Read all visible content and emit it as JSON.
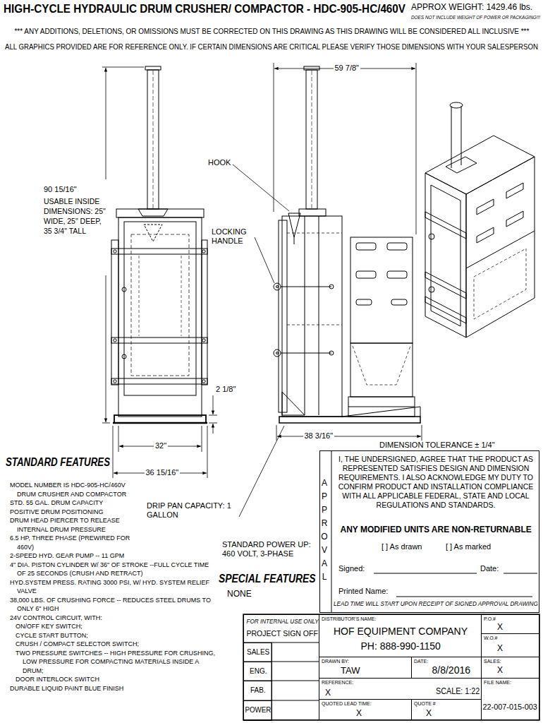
{
  "diagram": {
    "title": "HIGH-CYCLE HYDRAULIC DRUM CRUSHER/ COMPACTOR - HDC-905-HC/460V",
    "nodes": [
      {
        "text": [
          "APPROVAL",
          "I, THE UNDERSIGNED, AGREE THAT THE PRODUCT AS REPRESENTED SATISFIES DESIGN AND DIMENSION REQUIREMENTS. I ALSO ACKNOWLEDGE MY DUTY TO CONFIRM PRODUCT AND INSTALLATION COMPLIANCE WITH ALL APPLICABLE FEDERAL, STATE AND LOCAL REGULATIONS AND STANDARDS.",
          "ANY MODIFIED UNITS ARE NON-RETURNABLE",
          "[ ] As drawn",
          "[ ] As marked",
          "Signed:",
          "Date:",
          "Printed Name:",
          "LEAD TIME WILL START UPON RECEIPT OF SIGNED APPROVAL DRAWING"
        ]
      },
      {
        "text": [
          "FOR INTERNAL USE ONLY",
          "PROJECT SIGN OFF"
        ]
      },
      {
        "text": [
          "SALES"
        ],
        "in": 1
      },
      {
        "text": [
          "ENG."
        ],
        "in": 1
      },
      {
        "text": [
          "FAB."
        ],
        "in": 1
      },
      {
        "text": [
          "POWER"
        ],
        "in": 1
      },
      {
        "text": [
          "DISTRIBUTOR'S NAME:",
          "HOF EQUIPMENT COMPANY",
          "PH: 888-990-1150"
        ]
      },
      {
        "text": [
          "P.O.#",
          "X"
        ]
      },
      {
        "text": [
          "W.O.#",
          "X"
        ]
      },
      {
        "text": [
          "DRAWN BY:",
          "TAW"
        ]
      },
      {
        "text": [
          "DATE:",
          "8/8/2016"
        ]
      },
      {
        "text": [
          "SALES:",
          "X"
        ]
      },
      {
        "text": [
          "REFERENCE:",
          "X",
          "SCALE: 1:22"
        ]
      },
      {
        "text": [
          "FILE NAME:",
          "22-007-015-003"
        ]
      },
      {
        "text": [
          "QUOTED LEAD TIME:",
          "X"
        ]
      },
      {
        "text": [
          "QUOTE #",
          "X"
        ]
      }
    ],
    "labels": [
      "APPROX WEIGHT: 1429.46 lbs.",
      "DOES NOT INCLUDE WEIGHT OF POWER OR PACKAGING!!!",
      "*** ANY ADDITIONS, DELETIONS, OR OMISSIONS MUST BE CORRECTED ON THIS DRAWING AS THIS DRAWING WILL BE CONSIDERED ALL INCLUSIVE ***",
      "ALL GRAPHICS PROVIDED ARE FOR REFERENCE ONLY. IF CERTAIN DIMENSIONS ARE CRITICAL PLEASE VERIFY THOSE DIMENSIONS WITH YOUR SALESPERSON",
      "59 7/8\"",
      "HOOK",
      "90 15/16\"",
      "USABLE INSIDE DIMENSIONS: 25\" WIDE, 25\" DEEP, 35 3/4\" TALL",
      "LOCKING HANDLE",
      "2 1/8\"",
      "38 3/16\"",
      "32\"",
      "DIMENSION TOLERANCE ± 1/4\"",
      "STANDARD FEATURES",
      "36 15/16\"",
      "MODEL NUMBER IS HDC-905-HC/460V DRUM CRUSHER AND COMPACTOR",
      "STD. 55 GAL. DRUM CAPACITY",
      "POSITIVE DRUM POSITIONING",
      "DRUM HEAD PIERCER TO RELEASE INTERNAL DRUM PRESSURE",
      "6.5 HP, THREE PHASE (PREWIRED FOR 460V)",
      "2-SPEED HYD. GEAR PUMP -- 11 GPM",
      "4\" DIA. PISTON CYLINDER W/ 36\" OF STROKE --FULL CYCLE TIME OF 25 SECONDS (CRUSH AND RETRACT)",
      "HYD.SYSTEM PRESS. RATING 3000 PSI, W/ HYD. SYSTEM RELIEF VALVE",
      "38,000 LBS. OF CRUSHING FORCE -- REDUCES STEEL DRUMS TO ONLY 6\" HIGH",
      "24V CONTROL CIRCUIT, WITH:",
      "ON/OFF KEY SWITCH;",
      "CYCLE START BUTTON;",
      "CRUSH / COMPACT SELECTOR SWITCH;",
      "TWO PRESSURE SWITCHES -- HIGH PRESSURE FOR CRUSHING, LOW PRESSURE FOR COMPACTING MATERIALS INSIDE A DRUM;",
      "DOOR INTERLOCK SWITCH",
      "DURABLE LIQUID PAINT BLUE FINISH",
      "DRIP PAN CAPACITY: 1 GALLON",
      "STANDARD POWER UP: 460 VOLT, 3-PHASE",
      "SPECIAL FEATURES",
      "NONE"
    ]
  }
}
